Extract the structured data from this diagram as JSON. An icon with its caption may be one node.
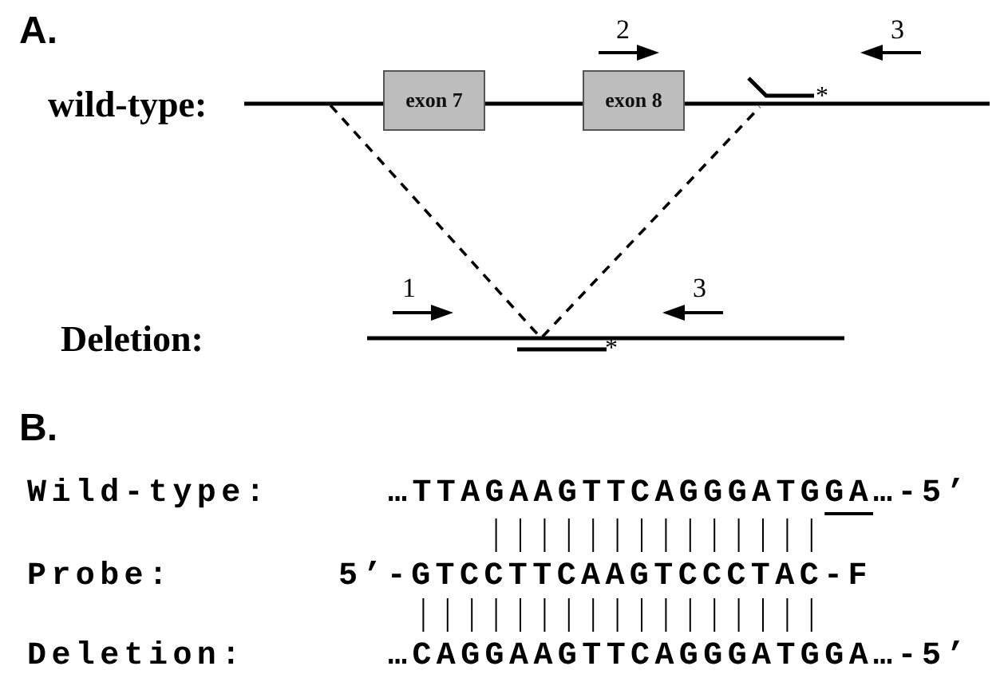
{
  "diagram": {
    "nodes": [
      {
        "text": [
          "exon 7"
        ]
      },
      {
        "text": [
          "exon 8"
        ]
      }
    ],
    "labels": [
      "A.",
      "2",
      "3",
      "wild-type:",
      "*",
      "1",
      "3",
      "Deletion:",
      "*",
      "B.",
      "Wild-type:",
      "…TTAGAAGTTCAGGGATGGA…-5’",
      "Probe:",
      "5’-GTCCTTCAAGTCCCTAC-**F**",
      "Deletion:",
      "…CAGGAAGTTCAGGGATGGA…-5’"
    ]
  }
}
